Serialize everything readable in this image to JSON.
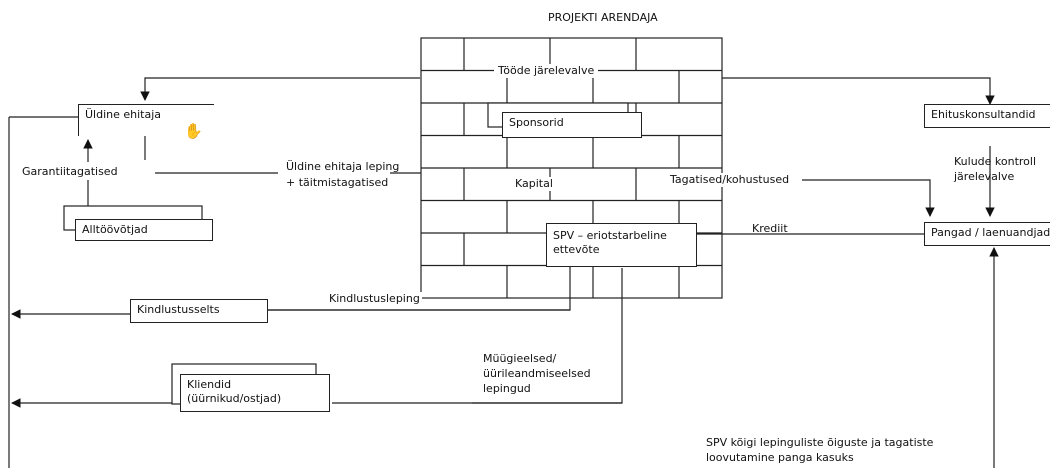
{
  "title": "PROJEKTI ARENDAJA",
  "nodes": {
    "general_contractor": "Üldine ehitaja",
    "subcontractors": "Alltöövõtjad",
    "sponsors": "Sponsorid",
    "spv_line1": "SPV – eriotstarbeline",
    "spv_line2": "ettevõte",
    "construction_consultants": "Ehituskonsultandid",
    "banks": "Pangad / laenuandjad",
    "insurance_company": "Kindlustusselts",
    "clients_line1": "Kliendid",
    "clients_line2": "(üürnikud/ostjad)"
  },
  "labels": {
    "works_supervision": "Tööde järelevalve",
    "warranty_guarantees": "Garantiitagatised",
    "gc_contract_line1": "Üldine ehitaja leping",
    "gc_contract_line2": "+ täitmistagatised",
    "capital": "Kapital",
    "guarantees_obligations": "Tagatised/kohustused",
    "credit": "Krediit",
    "cost_control_line1": "Kulude kontroll",
    "cost_control_line2": "järelevalve",
    "insurance_contract": "Kindlustusleping",
    "sales_line1": "Müügieelsed/",
    "sales_line2": "üürileandmiseelsed",
    "sales_line3": "lepingud",
    "assignment_line1": "SPV kõigi lepinguliste õiguste ja tagatiste",
    "assignment_line2": "loovutamine panga kasuks"
  },
  "icons": {
    "hand": "hand-icon",
    "arrow": "arrowhead-icon"
  }
}
